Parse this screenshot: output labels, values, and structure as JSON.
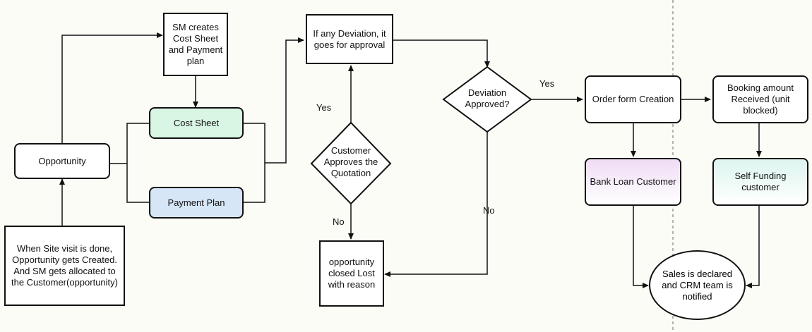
{
  "nodes": {
    "opportunity": "Opportunity",
    "site_visit": "When Site visit is done, Opportunity gets Created. And SM gets allocated to the Customer(opportunity)",
    "sm_creates": "SM creates Cost Sheet and Payment plan",
    "cost_sheet": "Cost Sheet",
    "payment_plan": "Payment Plan",
    "deviation_approval": "If any Deviation, it goes for approval",
    "customer_approves": "Customer Approves the Quotation",
    "closed_lost": "opportunity closed Lost with reason",
    "deviation_approved": "Deviation Approved?",
    "order_form": "Order form Creation",
    "booking_amount": "Booking amount Received (unit blocked)",
    "bank_loan": "Bank Loan Customer",
    "self_funding": "Self Funding customer",
    "sales_declared": "Sales is declared and CRM team is notified"
  },
  "labels": {
    "yes_customer": "Yes",
    "no_customer": "No",
    "yes_deviation": "Yes",
    "no_deviation": "No"
  },
  "colors": {
    "cost_sheet_fill": "#d9f5e3",
    "payment_plan_fill": "#d6e6f7",
    "bank_loan_fill": "#f0dcf5",
    "self_funding_fill": "#dcf5ee"
  }
}
